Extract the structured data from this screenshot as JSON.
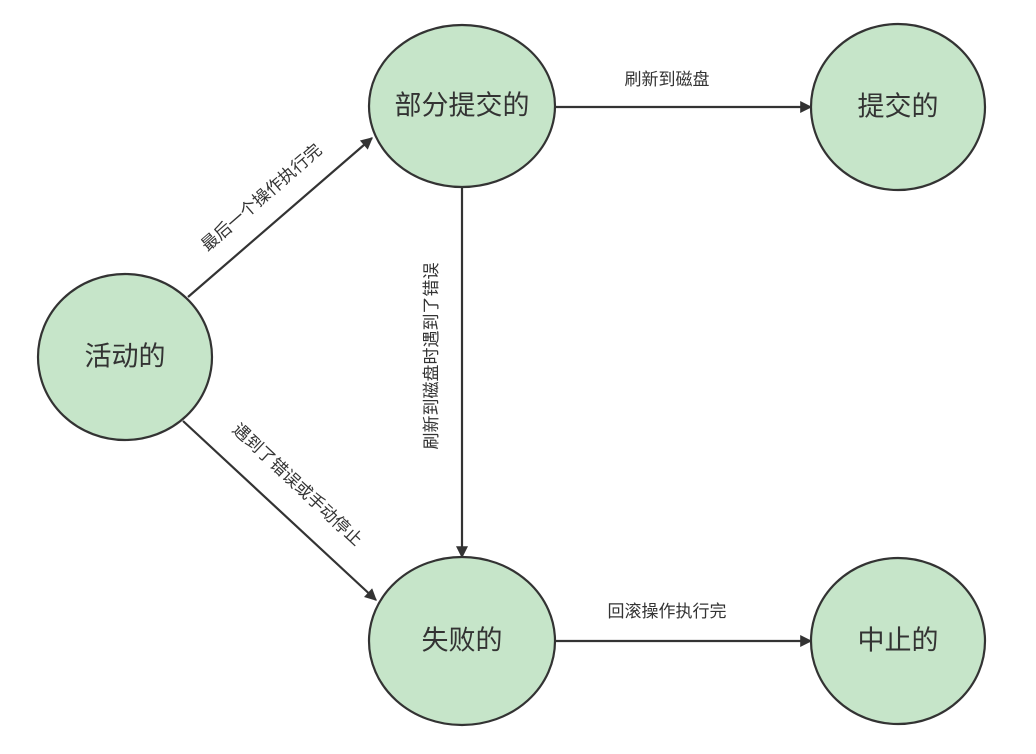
{
  "colors": {
    "node_fill": "#c6e5c9",
    "stroke": "#333333"
  },
  "nodes": {
    "active": "活动的",
    "partially_committed": "部分提交的",
    "committed": "提交的",
    "failed": "失败的",
    "aborted": "中止的"
  },
  "edges": {
    "active_to_partial": "最后一个操作执行完",
    "active_to_failed": "遇到了错误或手动停止",
    "partial_to_failed": "刷新到磁盘时遇到了错误",
    "partial_to_committed": "刷新到磁盘",
    "failed_to_aborted": "回滚操作执行完"
  }
}
